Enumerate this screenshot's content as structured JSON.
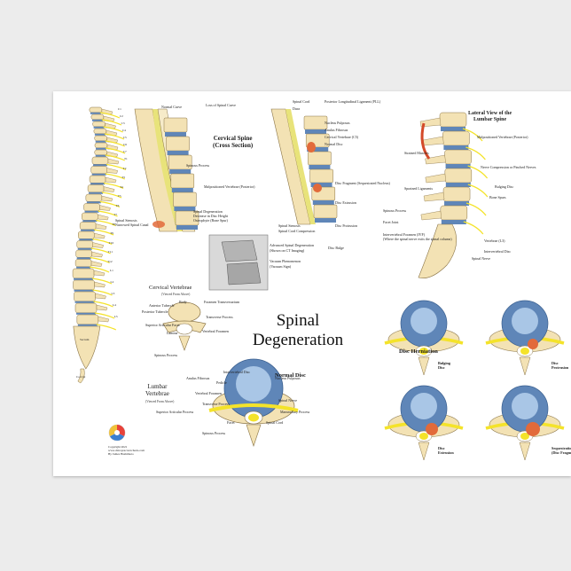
{
  "title": {
    "line1": "Spinal",
    "line2": "Degeneration"
  },
  "cervical_spine": {
    "heading1": "Cervical Spine",
    "heading2": "(Cross Section)",
    "labels": [
      "Normal Curve",
      "Loss of Spinal Curve",
      "Spinous Process",
      "Malpositioned Vertebrae (Posterior)",
      "Spinal Degeneration",
      "Decrease in Disc Height",
      "Osteophyte (Bone Spur)",
      "Spinal Stenosis",
      "Narrowed Spinal Canal"
    ]
  },
  "cervical_cord": {
    "labels": [
      "Spinal Cord",
      "Dura",
      "Posterior Longitudinal Ligament (PLL)",
      "Nucleus Pulposus",
      "Anulus Fibrosus",
      "Cervical Vertebrae (C5)",
      "Normal Disc",
      "Disc Fragment (Sequestrated Nucleus)",
      "Disc Extrusion",
      "Disc Protrusion",
      "Disc Bulge",
      "Spinal Stenosis",
      "Spinal Cord Compression"
    ]
  },
  "advanced": {
    "labels": [
      "Advanced Spinal Degeneration",
      "(Shown on CT Imaging)",
      "Vacuum Phenomenon",
      "(Vacuum Sign)"
    ]
  },
  "lateral_view": {
    "heading1": "Lateral View of the",
    "heading2": "Lumbar Spine",
    "labels": [
      "Malpositioned Vertebrae (Posterior)",
      "Strained Muscles",
      "Nerve Compression or Pinched Nerves",
      "Sprained Ligaments",
      "Bulging Disc",
      "Spinous Process",
      "Bone Spurs",
      "Facet Joint",
      "Intervertebral Foramen (IVF)",
      "(Where the spinal nerve exits the spinal column)",
      "Vertebrae (L3)",
      "Intervertebral Disc",
      "Spinal Nerve"
    ]
  },
  "cervical_vertebrae": {
    "heading": "Cervical Vertebrae",
    "sub": "(Viewed From Above)",
    "labels": [
      "Anterior Tubercle",
      "Body",
      "Foramen Transversarium",
      "Posterior Tubercle",
      "Transverse Process",
      "Superior Articular Facet",
      "Lamina",
      "Vertebral Foramen",
      "Spinous Process"
    ]
  },
  "lumbar_vertebrae": {
    "heading1": "Lumbar",
    "heading2": "Vertebrae",
    "sub": "(Viewed From Above)",
    "normal_disc": "Normal Disc",
    "labels": [
      "Intervertebral Disc",
      "Anulus Fibrosus",
      "Nucleus Pulposus",
      "Pedicle",
      "Vertebral Foramen",
      "Transverse Process",
      "Superior Articular Process",
      "Facet",
      "Spinous Process",
      "Spinal Nerve",
      "Mammillary Process",
      "Spinal Cord"
    ]
  },
  "herniation": {
    "heading": "Disc Herniation",
    "stages": [
      {
        "line1": "Bulging",
        "line2": "Disc"
      },
      {
        "line1": "Disc",
        "line2": "Protrusion"
      },
      {
        "line1": "Disc",
        "line2": "Extrusion"
      },
      {
        "line1": "Sequestration",
        "line2": "(Disc Fragment)"
      }
    ]
  },
  "spine_levels": {
    "cervical": [
      "C1",
      "C2",
      "C3",
      "C4",
      "C5",
      "C6",
      "C7"
    ],
    "thoracic": [
      "T1",
      "T2",
      "T3",
      "T4",
      "T5",
      "T6",
      "T7",
      "T8",
      "T9",
      "T10",
      "T11",
      "T12"
    ],
    "lumbar": [
      "L1",
      "L2",
      "L3",
      "L4",
      "L5"
    ],
    "bottom": [
      "Sacrum",
      "Coccyx"
    ]
  },
  "copyright": [
    "Copyright 2021",
    "www.chiropractorxcharts.com",
    "By James Hashimoto"
  ],
  "colors": {
    "bone": "#f3e2b4",
    "bone_edge": "#8a7446",
    "disc": "#5f86b8",
    "disc_light": "#a9c6e6",
    "nerve": "#f4e32a",
    "inflamed": "#e26a3a",
    "cord": "#e8e37a"
  }
}
